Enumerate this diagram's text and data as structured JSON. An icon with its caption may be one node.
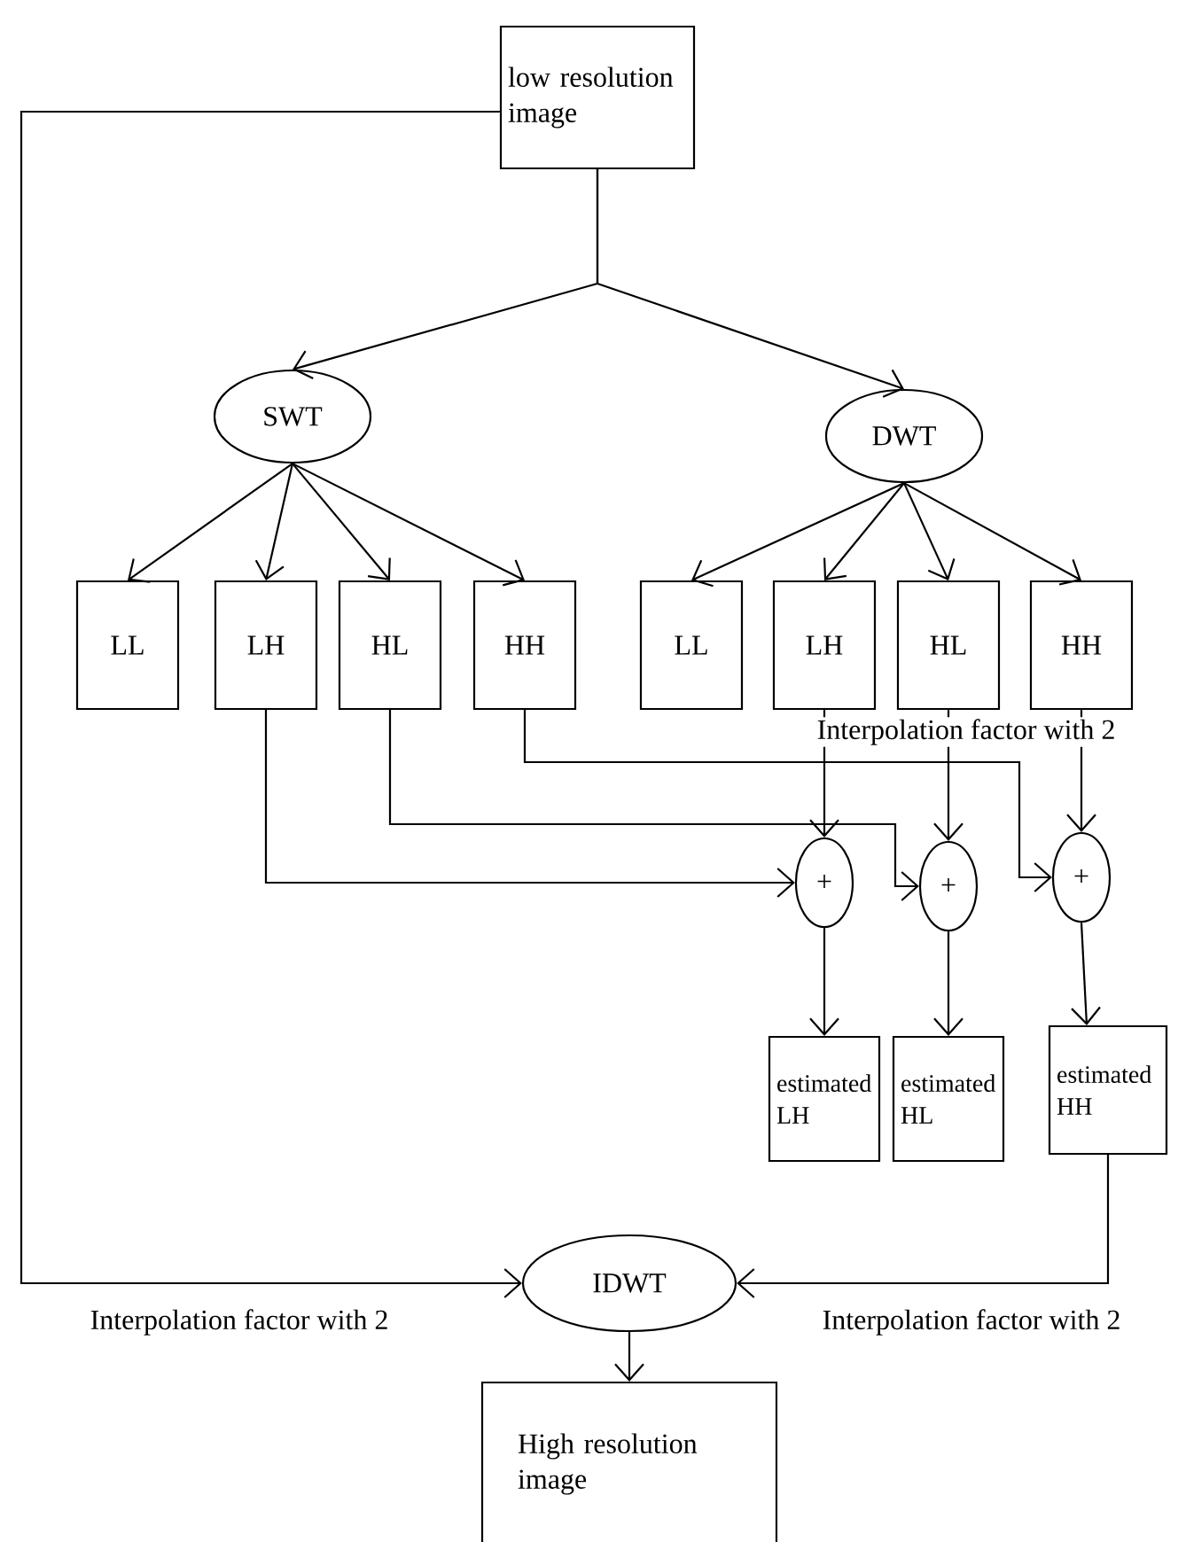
{
  "diagram": {
    "nodes": [
      {
        "text": [
          "low resolution image"
        ]
      },
      {
        "text": [
          "SWT"
        ]
      },
      {
        "text": [
          "DWT"
        ]
      },
      {
        "text": [
          "LL"
        ]
      },
      {
        "text": [
          "LH"
        ]
      },
      {
        "text": [
          "HL"
        ]
      },
      {
        "text": [
          "HH"
        ]
      },
      {
        "text": [
          "LL"
        ]
      },
      {
        "text": [
          "LH"
        ]
      },
      {
        "text": [
          "HL"
        ]
      },
      {
        "text": [
          "HH"
        ]
      },
      {
        "text": [
          "+"
        ]
      },
      {
        "text": [
          "+"
        ]
      },
      {
        "text": [
          "+"
        ]
      },
      {
        "text": [
          "estimated LH"
        ]
      },
      {
        "text": [
          "estimated HL"
        ]
      },
      {
        "text": [
          "estimated HH"
        ]
      },
      {
        "text": [
          "IDWT"
        ]
      },
      {
        "text": [
          "High resolution image"
        ]
      }
    ],
    "edges": [
      {
        "from": 0,
        "to": 1,
        "arrow": "to"
      },
      {
        "from": 0,
        "to": 2,
        "arrow": "to"
      },
      {
        "from": 1,
        "to": 3,
        "arrow": "to"
      },
      {
        "from": 1,
        "to": 4,
        "arrow": "to"
      },
      {
        "from": 1,
        "to": 5,
        "arrow": "to"
      },
      {
        "from": 1,
        "to": 6,
        "arrow": "to"
      },
      {
        "from": 2,
        "to": 7,
        "arrow": "to"
      },
      {
        "from": 2,
        "to": 8,
        "arrow": "to"
      },
      {
        "from": 2,
        "to": 9,
        "arrow": "to"
      },
      {
        "from": 2,
        "to": 10,
        "arrow": "to"
      },
      {
        "from": 8,
        "to": 11,
        "arrow": "to"
      },
      {
        "from": 4,
        "to": 11,
        "arrow": "to"
      },
      {
        "from": 9,
        "to": 12,
        "arrow": "to"
      },
      {
        "from": 5,
        "to": 12,
        "arrow": "to"
      },
      {
        "from": 10,
        "to": 13,
        "arrow": "to",
        "label": "Interpolation factor with 2"
      },
      {
        "from": 6,
        "to": 13,
        "arrow": "to"
      },
      {
        "from": 11,
        "to": 14,
        "arrow": "to"
      },
      {
        "from": 12,
        "to": 15,
        "arrow": "to"
      },
      {
        "from": 13,
        "to": 16,
        "arrow": "to"
      },
      {
        "from": 0,
        "to": 17,
        "arrow": "to",
        "label": "Interpolation factor with 2"
      },
      {
        "from": 16,
        "to": 17,
        "arrow": "to",
        "label": "Interpolation factor with 2"
      },
      {
        "from": 17,
        "to": 18,
        "arrow": "to"
      }
    ]
  }
}
